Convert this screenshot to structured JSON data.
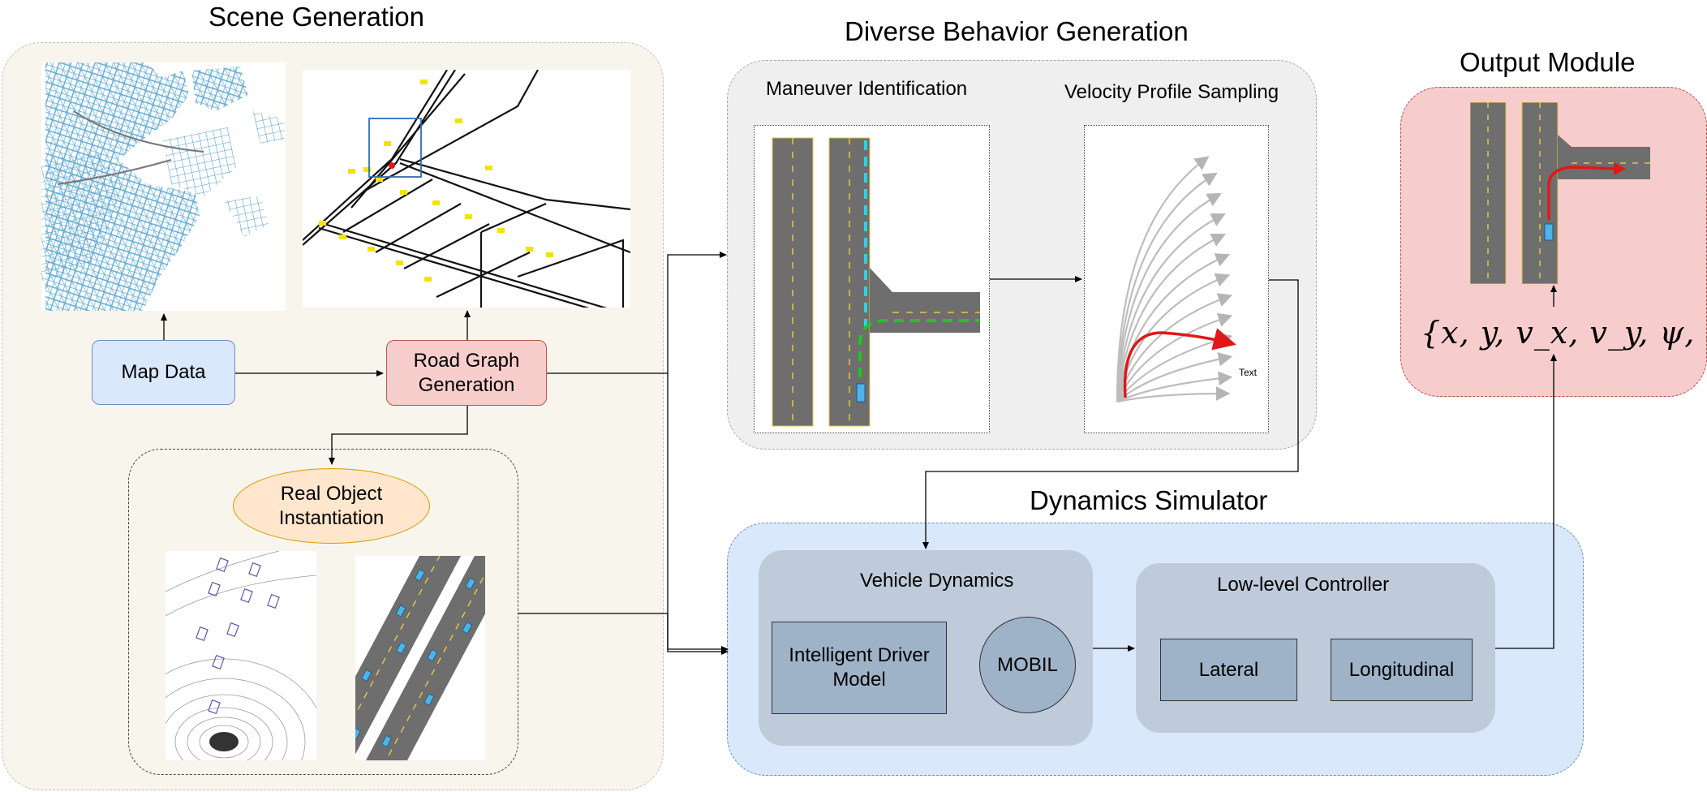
{
  "titles": {
    "scene": "Scene Generation",
    "behavior": "Diverse Behavior Generation",
    "output": "Output Module",
    "dynamics": "Dynamics Simulator"
  },
  "scene": {
    "map_data": "Map Data",
    "road_graph": "Road Graph Generation",
    "real_object": "Real Object Instantiation"
  },
  "behavior": {
    "maneuver": "Maneuver Identification",
    "velocity": "Velocity Profile Sampling",
    "text_tag": "Text"
  },
  "dynamics": {
    "vehicle_dynamics": "Vehicle Dynamics",
    "idm": "Intelligent Driver Model",
    "mobil": "MOBIL",
    "controller": "Low-level Controller",
    "lateral": "Lateral",
    "longitudinal": "Longitudinal"
  },
  "output": {
    "state_vector": "{x, y, v_x, v_y, ψ, a, φ}"
  },
  "colors": {
    "scene_bg": "#f8f5ec",
    "behavior_bg": "#efefef",
    "output_bg": "#f7cccc",
    "dynamics_bg": "#dae8fb",
    "map_box": "#dae8fc",
    "road_box": "#f8cecc",
    "object_ellipse": "#ffe6cc",
    "inner_gray": "#bfcadb",
    "leaf_box": "#9fb3c8",
    "road": "#6e6e6e",
    "lane_mark": "#e0c64a"
  }
}
